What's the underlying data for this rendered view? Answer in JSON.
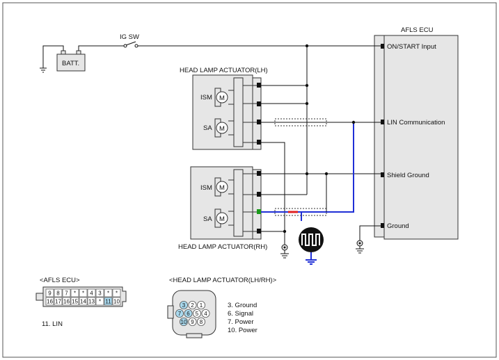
{
  "labels": {
    "ig_sw": "IG SW",
    "batt": "BATT.",
    "afls_ecu_title": "AFLS ECU",
    "ecu_on_start": "ON/START Input",
    "ecu_lin": "LIN Communication",
    "ecu_shield": "Shield Ground",
    "ecu_ground": "Ground",
    "lh_title": "HEAD LAMP ACTUATOR(LH)",
    "rh_title": "HEAD LAMP ACTUATOR(RH)",
    "ism": "ISM",
    "sa": "SA",
    "motor": "M"
  },
  "afls_connector": {
    "title": "<AFLS ECU>",
    "row1": [
      "9",
      "8",
      "7",
      "*",
      "*",
      "4",
      "3",
      "*",
      "*"
    ],
    "row2": [
      "16",
      "17",
      "16",
      "15",
      "14",
      "13",
      "*",
      "11",
      "10"
    ],
    "highlight": "11",
    "note": "11. LIN"
  },
  "actuator_connector": {
    "title": "<HEAD LAMP ACTUATOR(LH/RH)>",
    "row1": [
      "3",
      "2",
      "1"
    ],
    "row2": [
      "7",
      "6",
      "5",
      "4"
    ],
    "row3": [
      "10",
      "9",
      "8"
    ],
    "highlighted": [
      "3",
      "7",
      "6",
      "10"
    ],
    "legend": [
      {
        "text": "3. Ground",
        "color": "#111111"
      },
      {
        "text": "6. Signal",
        "color": "#1a9a1a"
      },
      {
        "text": "7. Power",
        "color": "#111111"
      },
      {
        "text": "10. Power",
        "color": "#111111"
      }
    ]
  },
  "colors": {
    "signal_blue": "#1f2fd6",
    "signal_red": "#e02020",
    "signal_green": "#1a9a1a",
    "box_fill": "#e6e6e6",
    "pin_highlight": "#a9d9ee"
  }
}
